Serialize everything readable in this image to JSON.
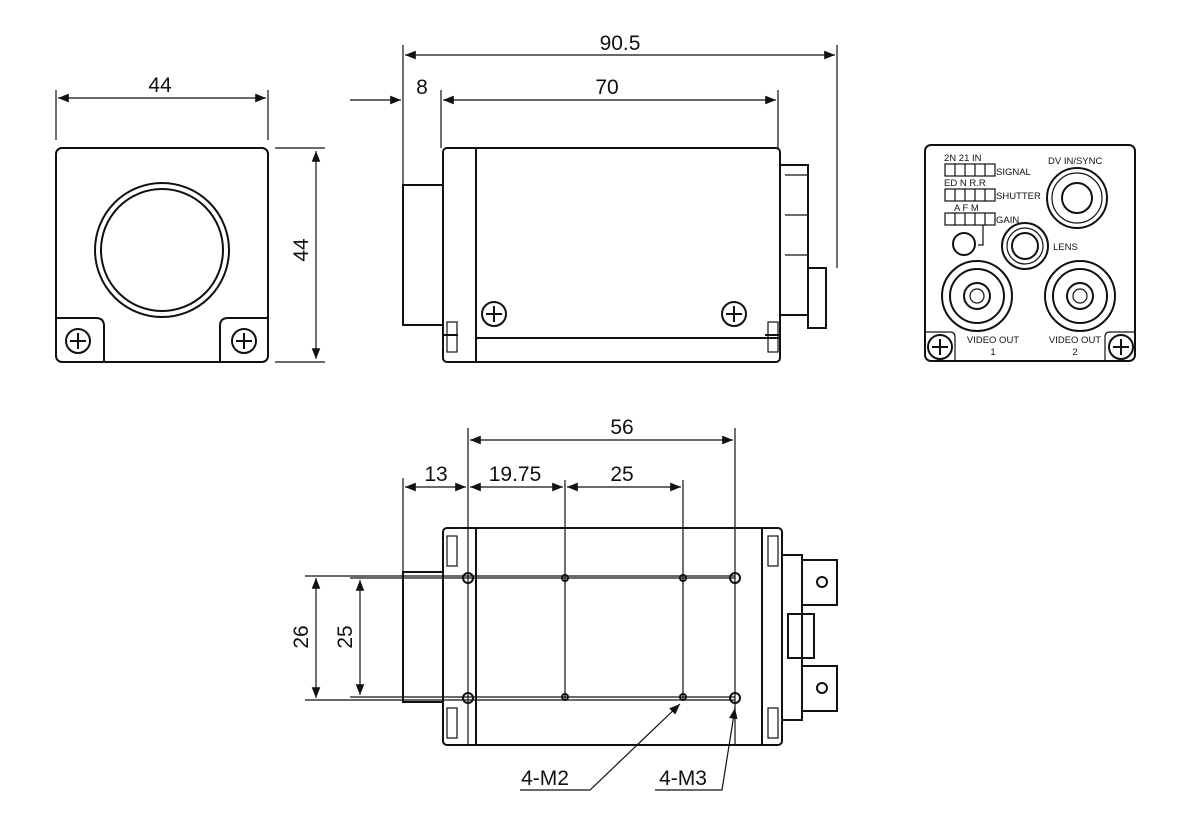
{
  "front_view": {
    "width_dim": "44",
    "height_dim": "44"
  },
  "side_view": {
    "overall_dim": "90.5",
    "flange_dim": "8",
    "body_dim": "70"
  },
  "rear_panel": {
    "signal_switch_labels": "2N 21 IN",
    "signal_label": "SIGNAL",
    "shutter_switch_labels": "ED N R.R",
    "shutter_label": "SHUTTER",
    "gain_switch_labels": "A F M",
    "gain_label": "GAIN",
    "dc_in_sync_label": "DV IN/SYNC",
    "lens_label": "LENS",
    "video_out_1_label": "VIDEO OUT",
    "video_out_1_num": "1",
    "video_out_2_label": "VIDEO OUT",
    "video_out_2_num": "2"
  },
  "bottom_view": {
    "hole_span_dim": "56",
    "offset_dim": "13",
    "m2_offset_dim": "19.75",
    "m2_spacing_dim": "25",
    "outer_height_dim": "26",
    "inner_height_dim": "25",
    "m2_callout": "4-M2",
    "m3_callout": "4-M3"
  }
}
